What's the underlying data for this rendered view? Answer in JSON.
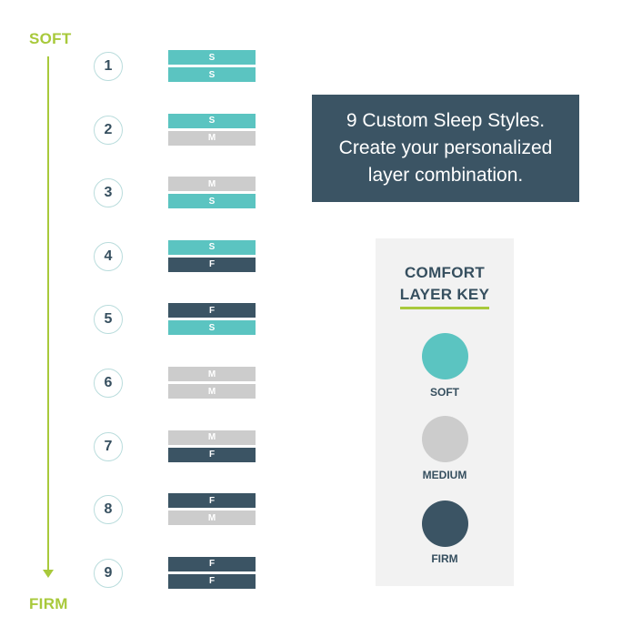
{
  "scale": {
    "top_label": "SOFT",
    "bottom_label": "FIRM"
  },
  "colors": {
    "soft": "#5bc4c1",
    "medium": "#cccccc",
    "firm": "#3b5464",
    "accent": "#a8c93b"
  },
  "styles": [
    {
      "number": "1",
      "top": "S",
      "bottom": "S"
    },
    {
      "number": "2",
      "top": "S",
      "bottom": "M"
    },
    {
      "number": "3",
      "top": "M",
      "bottom": "S"
    },
    {
      "number": "4",
      "top": "S",
      "bottom": "F"
    },
    {
      "number": "5",
      "top": "F",
      "bottom": "S"
    },
    {
      "number": "6",
      "top": "M",
      "bottom": "M"
    },
    {
      "number": "7",
      "top": "M",
      "bottom": "F"
    },
    {
      "number": "8",
      "top": "F",
      "bottom": "M"
    },
    {
      "number": "9",
      "top": "F",
      "bottom": "F"
    }
  ],
  "tagline": {
    "line1": "9 Custom Sleep Styles.",
    "line2": "Create your personalized",
    "line3": "layer combination."
  },
  "key": {
    "title_line1": "COMFORT",
    "title_line2": "LAYER KEY",
    "items": [
      {
        "label": "SOFT",
        "color": "#5bc4c1"
      },
      {
        "label": "MEDIUM",
        "color": "#cccccc"
      },
      {
        "label": "FIRM",
        "color": "#3b5464"
      }
    ]
  }
}
